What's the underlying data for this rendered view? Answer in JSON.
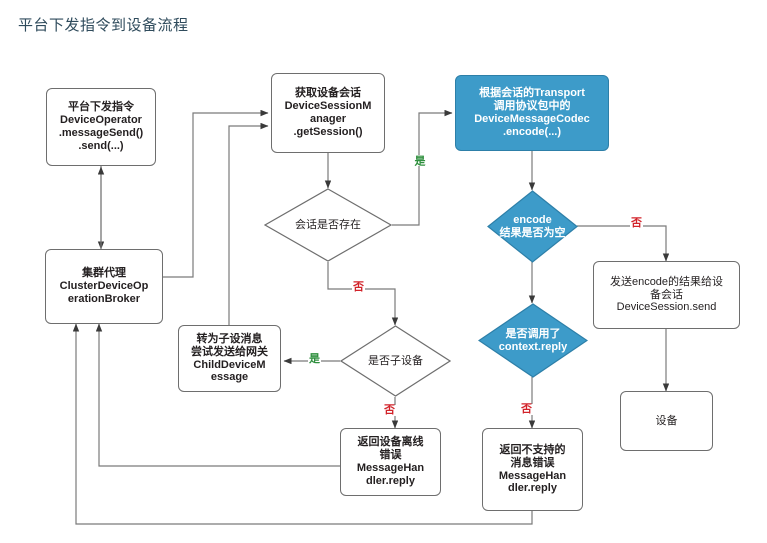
{
  "title": "平台下发指令到设备流程",
  "colors": {
    "title": "#2f4b5c",
    "node_border": "#6e6e6e",
    "node_fill": "#ffffff",
    "node_text": "#231f20",
    "highlight_fill": "#3d9bc9",
    "highlight_border": "#2d7fa8",
    "highlight_text": "#ffffff",
    "yes_label": "#2f8f3e",
    "no_label": "#d2232a",
    "edge": "#7a7a7a"
  },
  "nodes": {
    "platform_send": {
      "shape": "box",
      "lines": [
        "平台下发指令",
        "DeviceOperator",
        ".messageSend()",
        ".send(...)"
      ]
    },
    "cluster_broker": {
      "shape": "box",
      "lines": [
        "集群代理",
        "ClusterDeviceOp",
        "erationBroker"
      ]
    },
    "get_session": {
      "shape": "box",
      "lines": [
        "获取设备会话",
        "DeviceSessionM",
        "anager",
        ".getSession()"
      ]
    },
    "session_exists": {
      "shape": "diamond",
      "lines": [
        "会话是否存在"
      ]
    },
    "is_child_device": {
      "shape": "diamond",
      "lines": [
        "是否子设备"
      ]
    },
    "child_device_message": {
      "shape": "box",
      "lines": [
        "转为子设消息",
        "尝试发送给网关",
        "ChildDeviceM",
        "essage"
      ]
    },
    "device_offline_error": {
      "shape": "box",
      "lines": [
        "返回设备离线",
        "错误",
        "MessageHan",
        "dler.reply"
      ]
    },
    "encode_call": {
      "shape": "box-highlight",
      "lines": [
        "根据会话的Transport",
        "调用协议包中的",
        "DeviceMessageCodec",
        ".encode(...)"
      ]
    },
    "encode_empty": {
      "shape": "diamond-highlight",
      "lines": [
        "encode",
        "结果是否为空"
      ]
    },
    "context_reply": {
      "shape": "diamond-highlight",
      "lines": [
        "是否调用了",
        "context.reply"
      ]
    },
    "unsupported_message_error": {
      "shape": "box",
      "lines": [
        "返回不支持的",
        "消息错误",
        "MessageHan",
        "dler.reply"
      ]
    },
    "send_encode_result": {
      "shape": "box",
      "lines": [
        "发送encode的结果给设",
        "备会话",
        "DeviceSession.send"
      ]
    },
    "device": {
      "shape": "box",
      "lines": [
        "设备"
      ]
    }
  },
  "edge_labels": {
    "session_exists_yes": "是",
    "session_exists_no": "否",
    "is_child_device_yes": "是",
    "is_child_device_no": "否",
    "encode_empty_no": "否",
    "context_reply_no": "否"
  }
}
